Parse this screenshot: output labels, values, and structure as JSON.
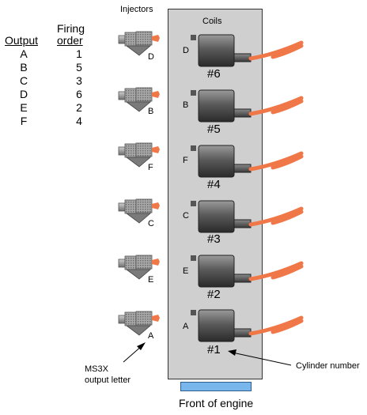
{
  "labels": {
    "injectors": "Injectors",
    "coils": "Coils",
    "output_header": "Output",
    "firing_header_line1": "Firing",
    "firing_header_line2": "order",
    "ms3x_line1": "MS3X",
    "ms3x_line2": "output letter",
    "cylinder_number": "Cylinder number",
    "front_of_engine": "Front of engine"
  },
  "firing_table": [
    {
      "output": "A",
      "order": "1"
    },
    {
      "output": "B",
      "order": "5"
    },
    {
      "output": "C",
      "order": "3"
    },
    {
      "output": "D",
      "order": "6"
    },
    {
      "output": "E",
      "order": "2"
    },
    {
      "output": "F",
      "order": "4"
    }
  ],
  "rows": [
    {
      "injector_letter": "D",
      "coil_letter": "D",
      "cylinder": "#6"
    },
    {
      "injector_letter": "B",
      "coil_letter": "B",
      "cylinder": "#5"
    },
    {
      "injector_letter": "F",
      "coil_letter": "F",
      "cylinder": "#4"
    },
    {
      "injector_letter": "C",
      "coil_letter": "C",
      "cylinder": "#3"
    },
    {
      "injector_letter": "E",
      "coil_letter": "E",
      "cylinder": "#2"
    },
    {
      "injector_letter": "A",
      "coil_letter": "A",
      "cylinder": "#1"
    }
  ],
  "colors": {
    "block": "#cfcfcf",
    "front_bar": "#79b6ec",
    "plug_wire": "#f07848",
    "coil_dark": "#3a3a3a",
    "injector_body": "#9a9a9a"
  }
}
